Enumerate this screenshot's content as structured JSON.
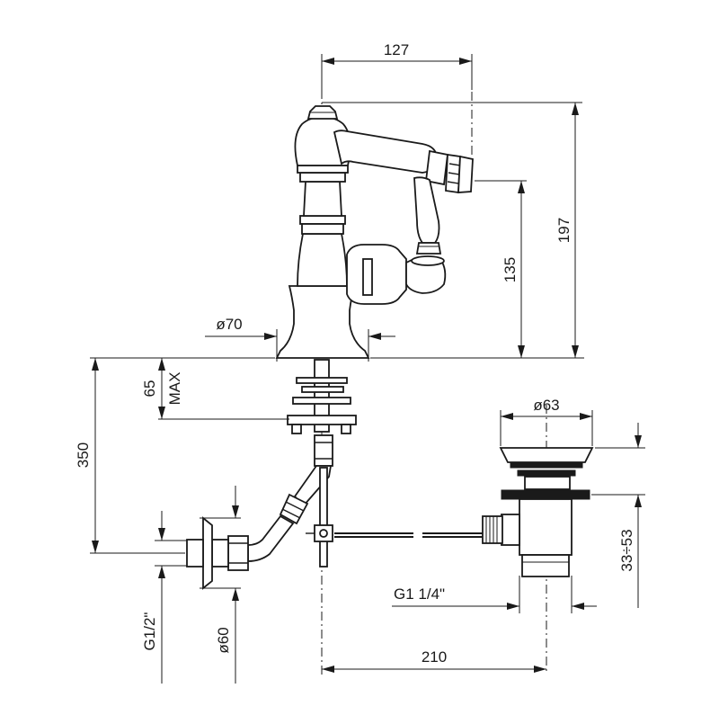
{
  "drawing": {
    "subject": "bidet mixer technical dimension drawing",
    "line_color": "#1a1a1a",
    "background": "#ffffff"
  },
  "dimensions": {
    "spout_reach": "127",
    "total_height": "197",
    "spout_height": "135",
    "base_diameter": "ø70",
    "thickness_max_value": "65",
    "thickness_max_label": "MAX",
    "hose_length": "350",
    "waste_diameter": "ø63",
    "waste_adjust": "33÷53",
    "waste_thread": "G1  1/4\"",
    "inlet_thread": "G1/2\"",
    "rosette_diameter": "ø60",
    "waste_distance": "210"
  }
}
